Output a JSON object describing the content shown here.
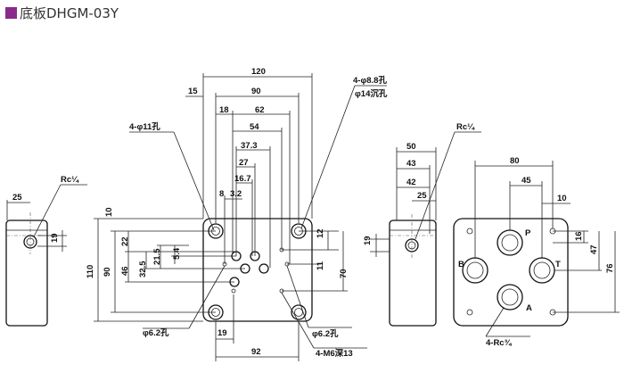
{
  "header": {
    "title": "底板DHGM-03Y"
  },
  "front_view": {
    "dims_top": [
      "120",
      "15",
      "90",
      "18",
      "62",
      "54",
      "37.3",
      "27",
      "16.7",
      "8",
      "3.2"
    ],
    "dims_left": [
      "10",
      "22",
      "21.5",
      "5.4",
      "32.5",
      "46",
      "90",
      "110"
    ],
    "dims_right": [
      "12",
      "11",
      "70"
    ],
    "dims_bottom": [
      "19",
      "92"
    ],
    "callouts": {
      "mount_holes": "4-φ11孔",
      "counterbore_a": "4-φ8.8孔",
      "counterbore_b": "φ14沉孔",
      "pin_left": "φ6.2孔",
      "pin_right": "φ6.2孔",
      "tapped": "4-M6深13"
    }
  },
  "left_view": {
    "dims": [
      "25",
      "19"
    ],
    "port_label": "Rc¼"
  },
  "right_view": {
    "dims": [
      "50",
      "43",
      "42",
      "25",
      "19"
    ],
    "port_label": "Rc¼"
  },
  "bottom_view": {
    "dims": [
      "80",
      "45",
      "10",
      "16",
      "47",
      "76"
    ],
    "ports": [
      "P",
      "B",
      "T",
      "A"
    ],
    "port_label": "4-Rc¾"
  },
  "colors": {
    "accent": "#8a2a8a",
    "line": "#222222"
  }
}
